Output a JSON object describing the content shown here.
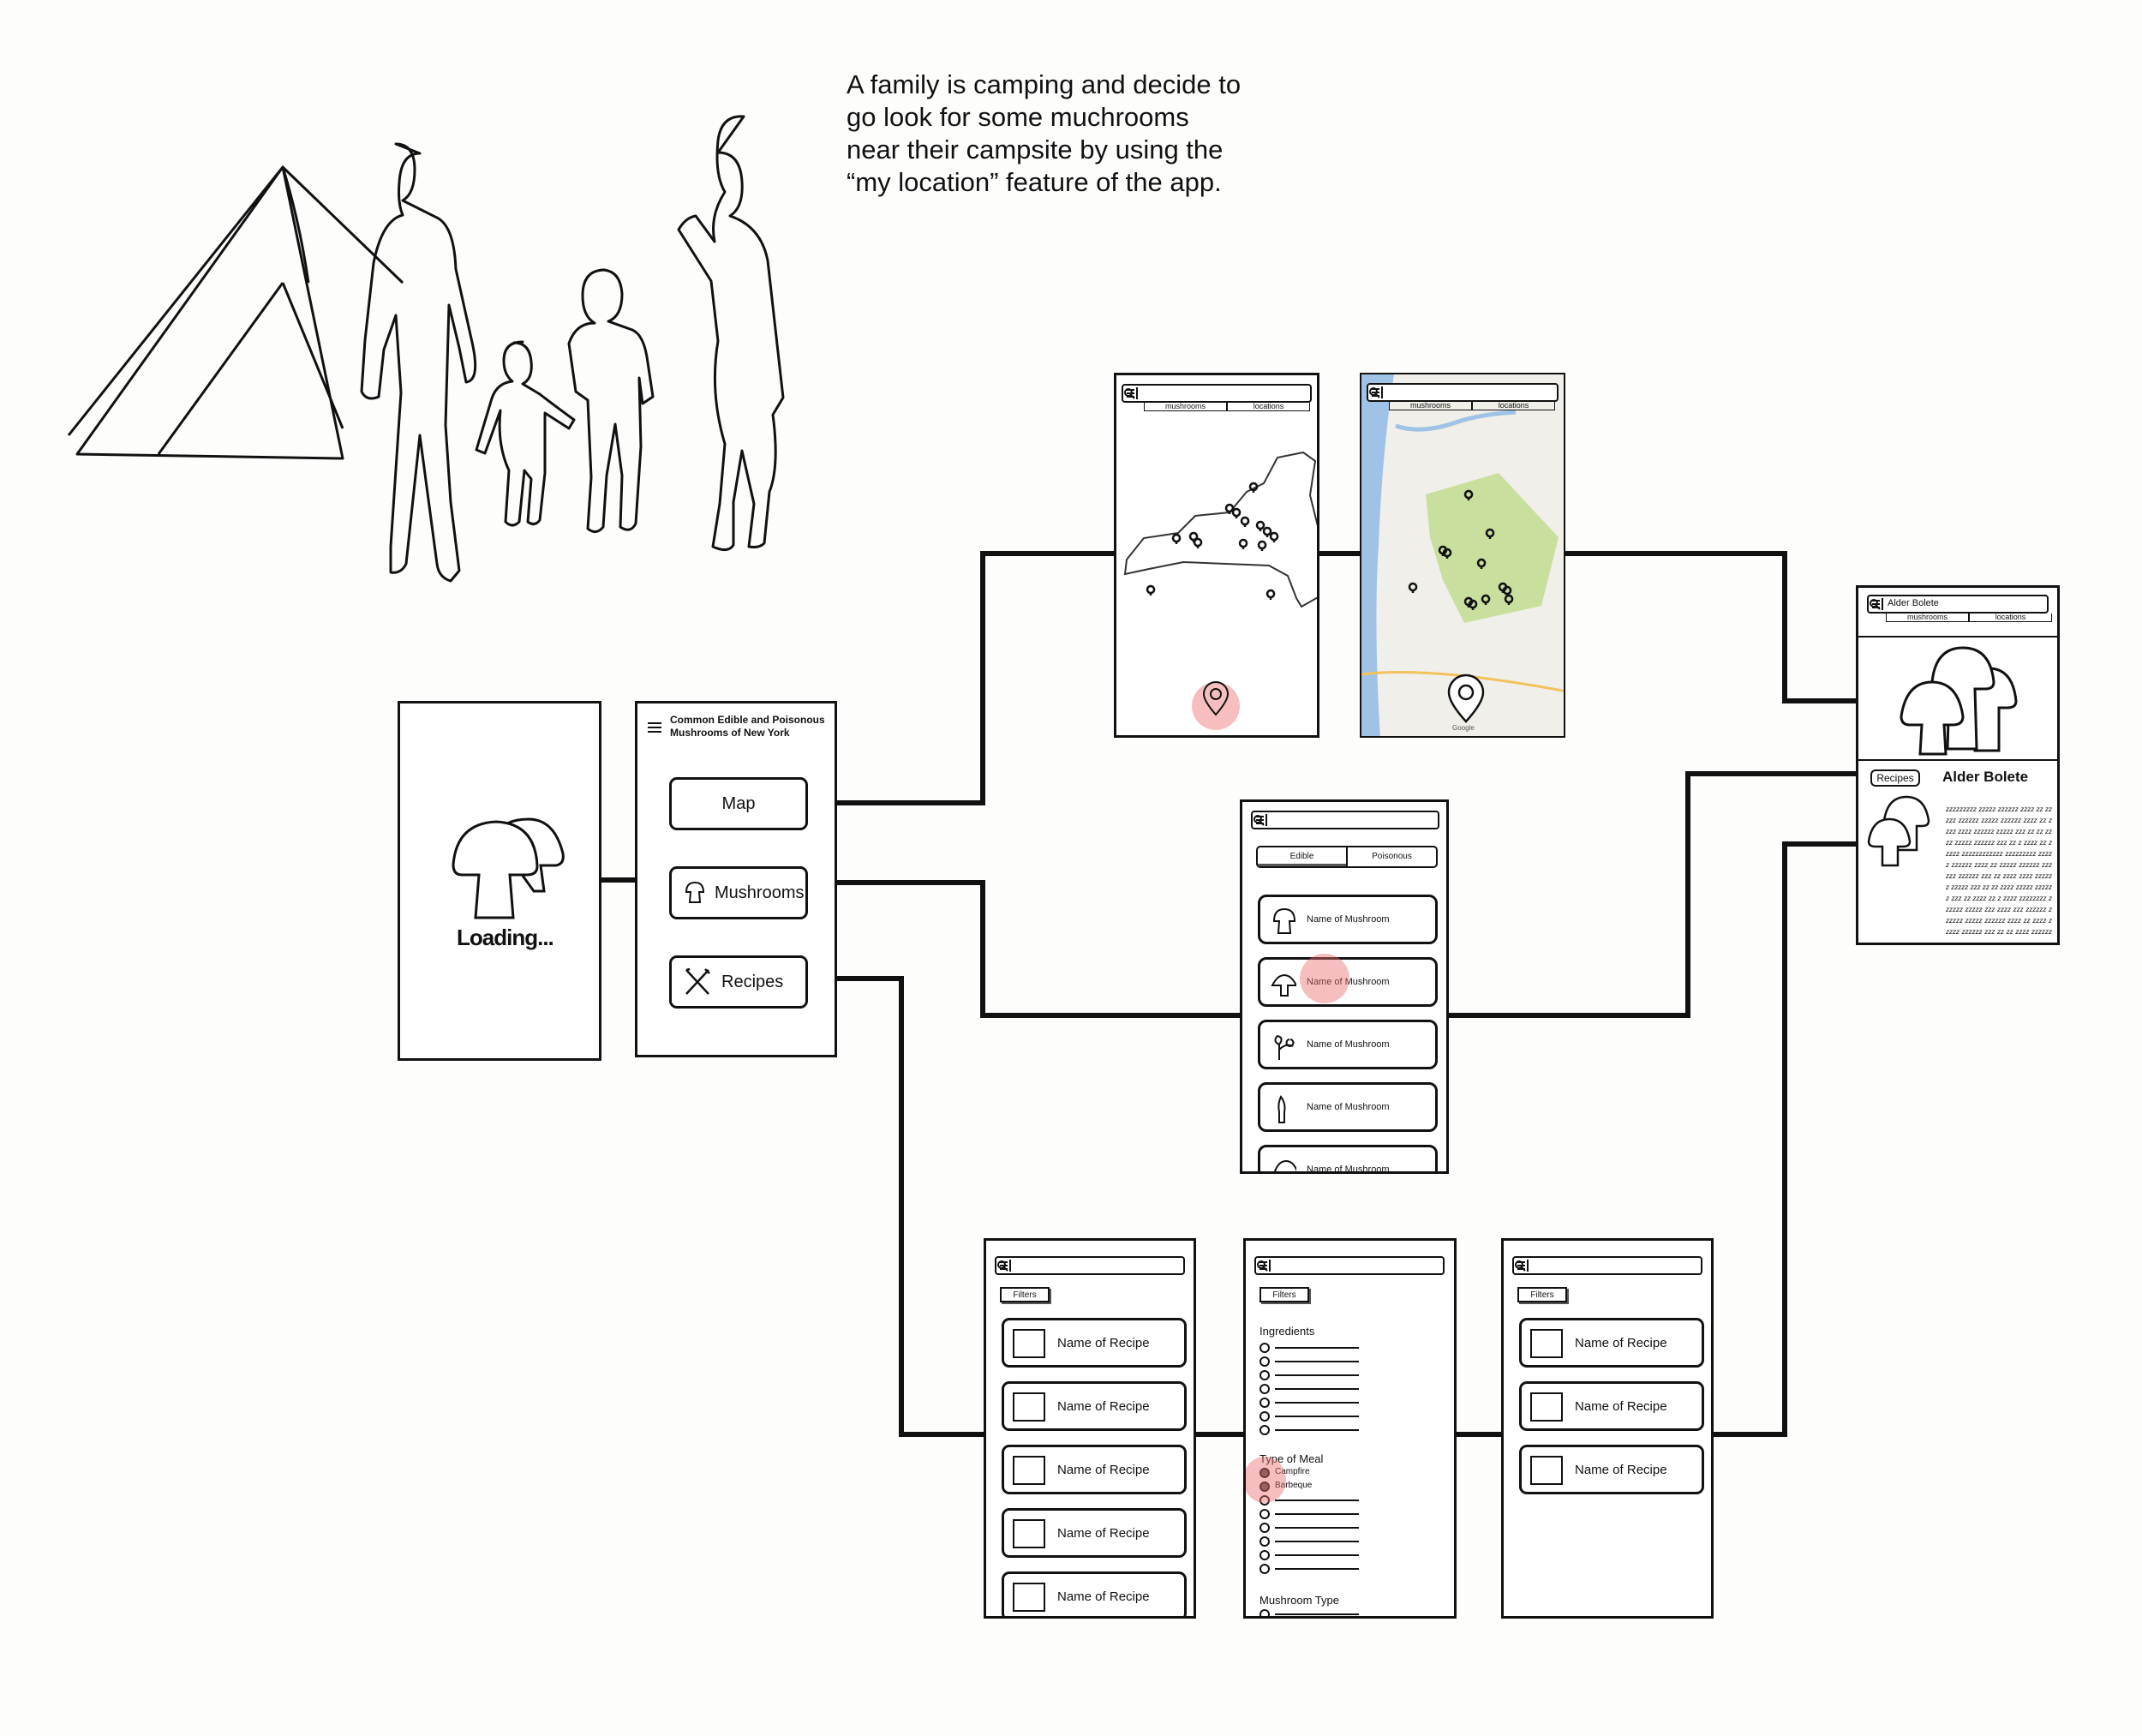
{
  "scenario": {
    "lines": [
      "A family is camping and decide to",
      "go look for some muchrooms",
      "near their campsite by using the",
      "“my location” feature of the app."
    ]
  },
  "loading": {
    "text": "Loading..."
  },
  "home": {
    "title_line1": "Common Edible and Poisonous",
    "title_line2": "Mushrooms of New York",
    "buttons": {
      "map": "Map",
      "mushrooms": "Mushrooms",
      "recipes": "Recipes"
    }
  },
  "map_screens": {
    "tab_mushrooms": "mushrooms",
    "tab_locations": "locations",
    "google": "Google"
  },
  "mushroom_list": {
    "tabs": {
      "edible": "Edible",
      "poisonous": "Poisonous"
    },
    "items": [
      "Name of Mushroom",
      "Name of Mushroom",
      "Name of Mushroom",
      "Name of Mushroom",
      "Name of Mushroom"
    ]
  },
  "recipes": {
    "filters": "Filters",
    "list_a": [
      "Name of Recipe",
      "Name of Recipe",
      "Name of Recipe",
      "Name of Recipe",
      "Name of Recipe"
    ],
    "list_b": [
      "Name of Recipe",
      "Name of Recipe",
      "Name of Recipe"
    ]
  },
  "filter_screen": {
    "filters": "Filters",
    "ingredients": "Ingredients",
    "type_of_meal": "Type of Meal",
    "campfire": "Campfire",
    "barbeque": "Barbeque",
    "mushroom_type": "Mushroom Type"
  },
  "detail": {
    "search_value": "Alder Bolete",
    "tab_mushrooms": "mushrooms",
    "tab_locations": "locations",
    "recipes_button": "Recipes",
    "title": "Alder Bolete",
    "body_text": "zzzzzzzzz zzzzz zzzzzz zzzz zz zzzzz zzzzzz zzzzz zzzzzz zzzz zz zzzz zzzz zzzzzz zzzzz zzz zz zz zzzz zzzzz zzzzzz zzz zz z zzzz zz z zzzz zzzzzzzzzzzz zzzzzzzzz zzzzz zzzzzz zzzz zz zzzzz zzzzzz zzzzzz zzzzzz zzz zz zzzz zzzz zzzzzz zzzzz zzz zz zz zzzz zzzzz zzzzzz zzz zz zzzz zz z zzzz zzzzzzzz zzzzzz zzzzz zzz zzzz zzz zzzzzz zzzzzz zzzzz zzzzzz zzzz zz zzzz zzzzz zzzzzz zzz zz zz zzzz zzzzzzz zzz zz"
  }
}
